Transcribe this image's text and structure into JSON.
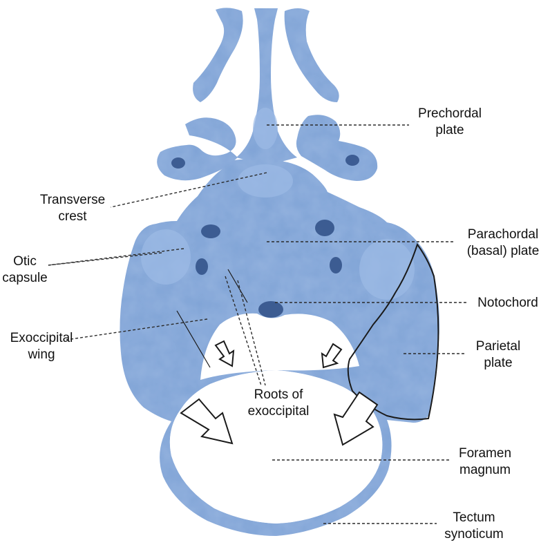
{
  "colors": {
    "bone": "#7fa3d6",
    "bone_light": "#9dbbe6",
    "bone_dark": "#2f4f86",
    "outline": "#1a1a1a",
    "leader": "#2a2a2a",
    "background": "#ffffff"
  },
  "labels": {
    "prechordal_plate": "Prechordal\nplate",
    "transverse_crest": "Transverse\ncrest",
    "parachordal_plate": "Parachordal\n(basal) plate",
    "otic_capsule": "Otic\ncapsule",
    "notochord": "Notochord",
    "exoccipital_wing": "Exoccipital\nwing",
    "parietal_plate": "Parietal\nplate",
    "roots_of_exoccipital": "Roots of\nexoccipital",
    "foramen_magnum": "Foramen\nmagnum",
    "tectum_synoticum": "Tectum\nsynoticum"
  }
}
